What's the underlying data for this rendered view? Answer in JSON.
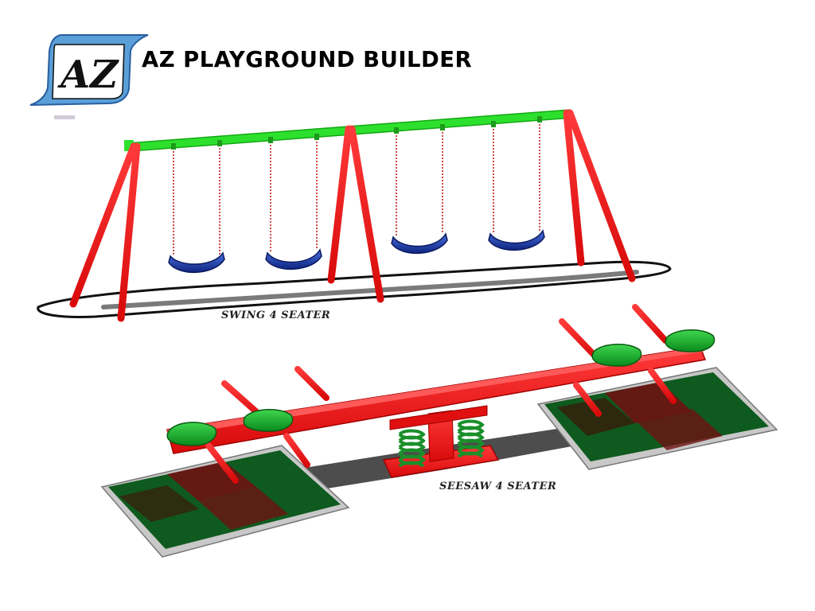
{
  "brand": {
    "logo_text": "AZ",
    "title": "AZ PLAYGROUND BUILDER"
  },
  "products": [
    {
      "id": "swing",
      "caption": "SWING 4 SEATER"
    },
    {
      "id": "seesaw",
      "caption": "SEESAW 4 SEATER"
    }
  ],
  "colors": {
    "frame_red": "#f01818",
    "beam_green": "#2ee02e",
    "seat_blue": "#1e3fb0",
    "spring_green": "#1a8f2a",
    "mat_green": "#0f5a1e",
    "mat_red": "#6e1212",
    "logo_blue": "#5a9fd8"
  }
}
